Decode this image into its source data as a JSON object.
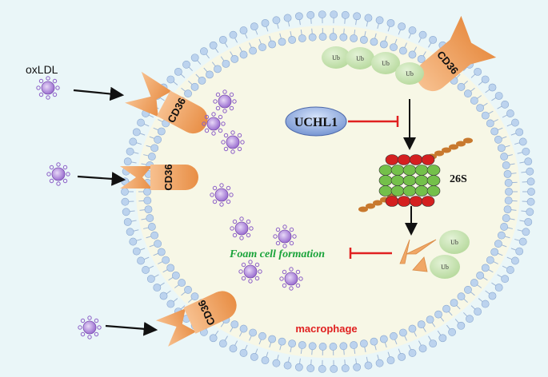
{
  "labels": {
    "oxldl": "oxLDL",
    "cd36": "CD36",
    "ub": "Ub",
    "uchl1": "UCHL1",
    "proteasome": "26S",
    "foam_cell": "Foam cell formation",
    "macrophage": "macrophage"
  },
  "colors": {
    "background": "#eaf6f8",
    "cell_interior": "#f7f7e6",
    "lipid_head": "#bcd3ee",
    "receptor": "#f0a766",
    "ubiquitin": "#c9e4b3",
    "inhibition": "#e02020",
    "foam_text": "#1aa33a",
    "macrophage_text": "#e02020",
    "oxldl_particle": "#9b6fd0"
  },
  "icons": [
    "oxldl-particle-icon",
    "cd36-receptor-icon",
    "ubiquitin-icon",
    "proteasome-icon",
    "inhibition-arrow-icon"
  ]
}
